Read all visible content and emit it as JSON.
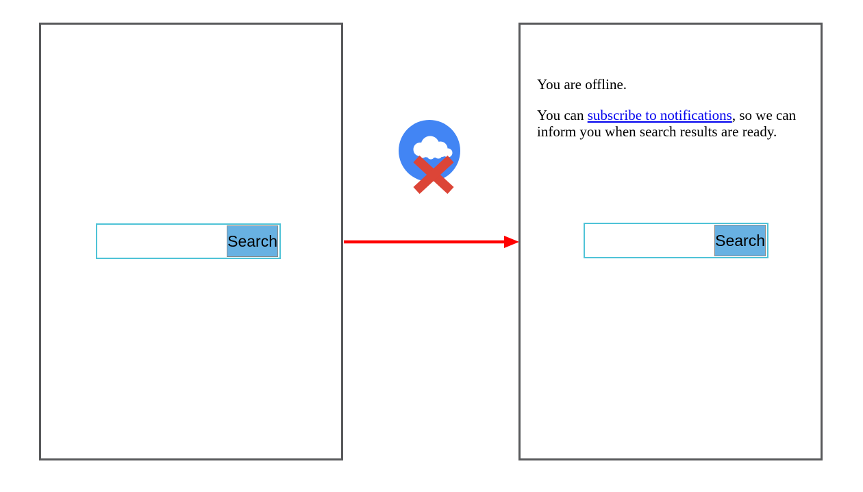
{
  "canvas": {
    "background": "#ffffff"
  },
  "left_panel": {
    "search": {
      "input_value": "",
      "button_label": "Search"
    }
  },
  "right_panel": {
    "offline_message": "You are offline.",
    "notification_sentence": {
      "before_link": "You can ",
      "link_text": "subscribe to notifications",
      "after_link": ", so we can inform you when search results are ready."
    },
    "search": {
      "input_value": "",
      "button_label": "Search"
    }
  },
  "icons": {
    "offline_cloud_icon": "white-cloud-in-blue-circle-with-red-x",
    "flow_arrow_icon": "red-arrow-pointing-right"
  },
  "colors": {
    "frame_border": "#58595b",
    "search_input_border": "#4fc3d7",
    "search_button_bg": "#68b1e2",
    "search_button_border": "#8a8a8a",
    "icon_circle_blue": "#4285f4",
    "icon_cloud_white": "#ffffff",
    "icon_x_red": "#dc4537",
    "arrow_red": "#ff0000",
    "link_blue": "#0000ee",
    "text_color": "#000000"
  }
}
